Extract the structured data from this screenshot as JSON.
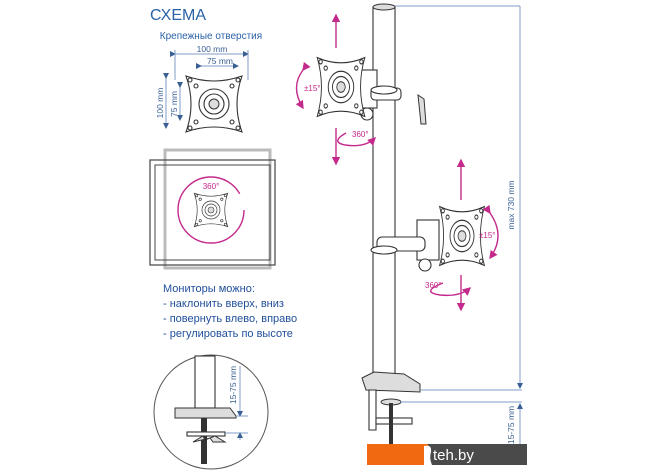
{
  "title": "СХЕМА",
  "mounting_holes": {
    "label": "Крепежные отверстия",
    "width_outer": "100 mm",
    "width_inner": "75 mm",
    "height_outer": "100 mm",
    "height_inner": "75 mm"
  },
  "rotation_label": "360°",
  "features": {
    "heading": "Мониторы можно:",
    "items": [
      "- наклонить вверх, вниз",
      "- повернуть влево, вправо",
      "- регулировать по высоте"
    ]
  },
  "stand": {
    "upper_tilt": "±15°",
    "upper_rotate": "360°",
    "lower_tilt": "±15°",
    "lower_rotate": "360°",
    "max_height": "max 730 mm",
    "clamp_range": "15-75 mm"
  },
  "detail": {
    "clamp_range": "15-75 mm"
  },
  "watermark": {
    "text": "teh.by",
    "colors": {
      "orange": "#f26a10",
      "dark": "#4a4a4a"
    }
  }
}
